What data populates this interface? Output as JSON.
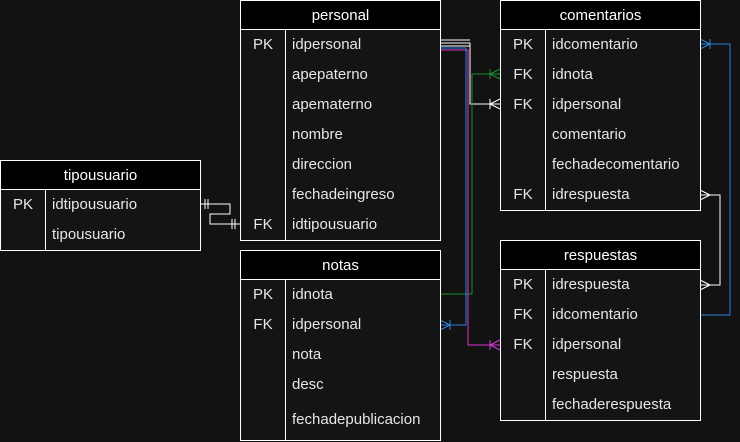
{
  "entities": {
    "personal": {
      "name": "personal",
      "rows": [
        {
          "key": "PK",
          "field": "idpersonal"
        },
        {
          "key": "",
          "field": "apepaterno"
        },
        {
          "key": "",
          "field": "apematerno"
        },
        {
          "key": "",
          "field": "nombre"
        },
        {
          "key": "",
          "field": "direccion"
        },
        {
          "key": "",
          "field": "fechadeingreso"
        },
        {
          "key": "FK",
          "field": "idtipousuario"
        }
      ]
    },
    "comentarios": {
      "name": "comentarios",
      "rows": [
        {
          "key": "PK",
          "field": "idcomentario"
        },
        {
          "key": "FK",
          "field": "idnota"
        },
        {
          "key": "FK",
          "field": "idpersonal"
        },
        {
          "key": "",
          "field": "comentario"
        },
        {
          "key": "",
          "field": "fechadecomentario"
        },
        {
          "key": "FK",
          "field": "idrespuesta"
        }
      ]
    },
    "tipousuario": {
      "name": "tipousuario",
      "rows": [
        {
          "key": "PK",
          "field": "idtipousuario"
        },
        {
          "key": "",
          "field": "tipousuario"
        }
      ]
    },
    "notas": {
      "name": "notas",
      "rows": [
        {
          "key": "PK",
          "field": "idnota"
        },
        {
          "key": "FK",
          "field": "idpersonal"
        },
        {
          "key": "",
          "field": "nota"
        },
        {
          "key": "",
          "field": "desc"
        },
        {
          "key": "",
          "field": "fechadepublicacion"
        }
      ]
    },
    "respuestas": {
      "name": "respuestas",
      "rows": [
        {
          "key": "PK",
          "field": "idrespuesta"
        },
        {
          "key": "FK",
          "field": "idcomentario"
        },
        {
          "key": "FK",
          "field": "idpersonal"
        },
        {
          "key": "",
          "field": "respuesta"
        },
        {
          "key": "",
          "field": "fechaderespuesta"
        }
      ]
    }
  },
  "colors": {
    "background": "#121212",
    "border": "#ffffff",
    "header": "#000000",
    "link_white": "#ffffff",
    "link_green": "#1a8c2e",
    "link_magenta": "#d13ad1",
    "link_blue": "#2f7fd6"
  }
}
